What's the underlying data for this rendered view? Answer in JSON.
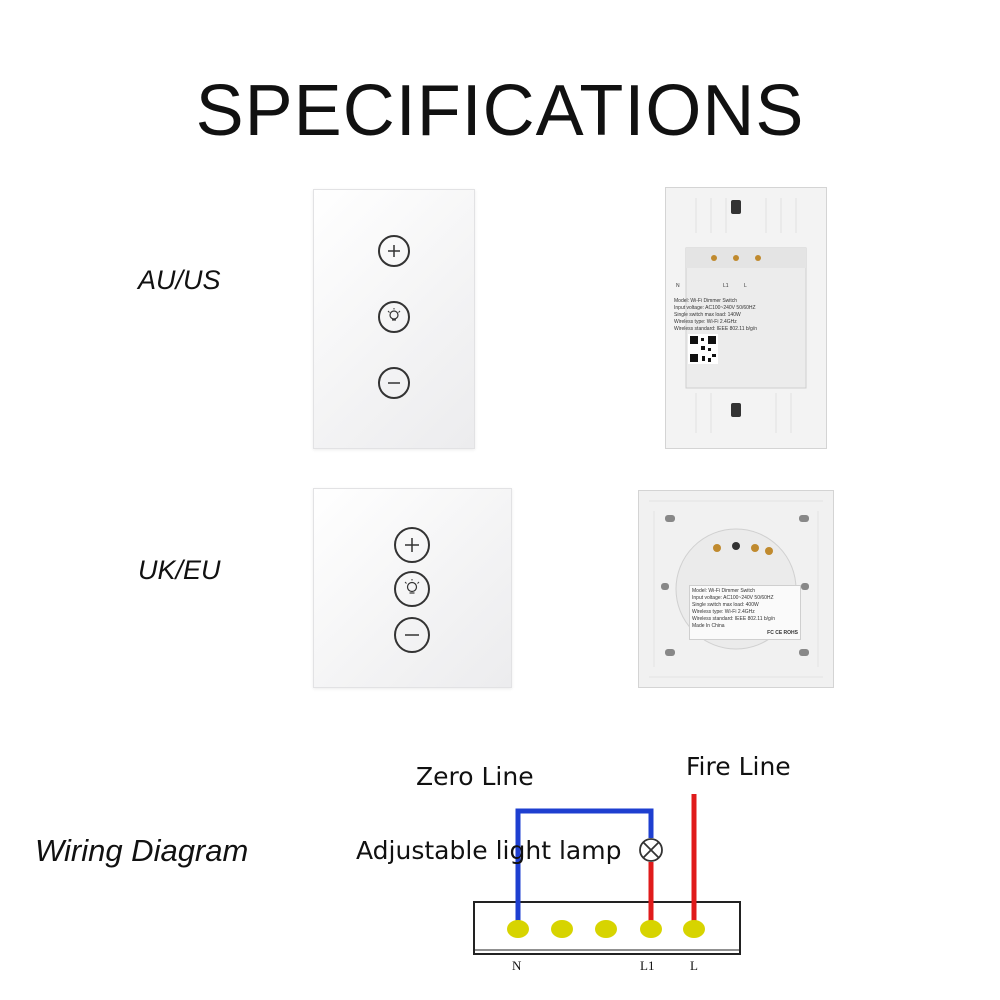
{
  "title": "SPECIFICATIONS",
  "rows": [
    {
      "label": "AU/US",
      "front_buttons": [
        "plus-icon",
        "bulb-icon",
        "minus-icon"
      ],
      "back_terminals": [
        "N",
        "L1",
        "L"
      ],
      "label_plate": [
        "Model:   Wi-Fi Dimmer Switch",
        "Input voltage:   AC100~240V  50/60HZ",
        "Single switch max load:   140W",
        "Wireless type:   Wi-Fi 2.4GHz",
        "Wireless standard:   IEEE 802.11 b/g/n"
      ]
    },
    {
      "label": "UK/EU",
      "front_buttons": [
        "plus-icon",
        "bulb-icon",
        "minus-icon"
      ],
      "label_plate": [
        "Model:   Wi-Fi Dimmer Switch",
        "Input voltage:   AC100~240V  50/60HZ",
        "Single switch max load:   400W",
        "Wireless type:   Wi-Fi 2.4GHz",
        "Wireless standard:   IEEE 802.11 b/g/n",
        "Made In China"
      ],
      "certifications": "FC  CE  ROHS"
    }
  ],
  "wiring": {
    "label": "Wiring Diagram",
    "zero_line": "Zero Line",
    "fire_line": "Fire Line",
    "lamp": "Adjustable light lamp",
    "terminals": [
      "N",
      "L1",
      "L"
    ],
    "colors": {
      "neutral": "#1e3fd0",
      "live": "#e01b1b",
      "terminal": "#d7d400"
    }
  }
}
